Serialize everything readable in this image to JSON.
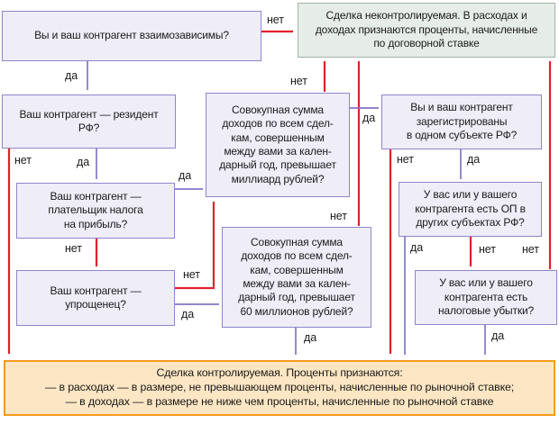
{
  "diagram": {
    "type": "decision-flowchart",
    "language": "ru",
    "colors": {
      "question_box_fill": "#eeedf8",
      "question_box_border": "#8d86ca",
      "uncontrolled_box_fill": "#e6ede8",
      "uncontrolled_box_border": "#a3b2a7",
      "controlled_box_fill": "#fde6c3",
      "controlled_box_border": "#f59b20",
      "yes_arrow": "#7e77c5",
      "no_arrow": "#e3202e"
    }
  },
  "nodes": {
    "interdependent": {
      "text": "Вы и ваш контрагент взаимозависимы?"
    },
    "uncontrolled": {
      "text": "Сделка неконтролируемая. В расходах и\nдоходах признаются проценты, начисленные\nпо договорной ставке"
    },
    "resident": {
      "text": "Ваш контрагент — резидент\nРФ?"
    },
    "profit_tax": {
      "text": "Ваш контрагент —\nплательщик налога\nна прибыль?"
    },
    "simplified": {
      "text": "Ваш контрагент —\nупрощенец?"
    },
    "billion": {
      "text": "Совокупная сумма\nдоходов по всем сдел-\nкам, совершенным\nмежду вами за кален-\nдарный год, превышает\nмиллиард рублей?"
    },
    "sixty_million": {
      "text": "Совокупная сумма\nдоходов по всем сдел-\nкам, совершенным\nмежду вами за кален-\nдарный год, превышает\n60 миллионов рублей?"
    },
    "same_region": {
      "text": "Вы и ваш контрагент\nзарегистрированы\nв одном субъекте РФ?"
    },
    "op_other_regions": {
      "text": "У вас или у вашего\nконтрагента есть ОП в\nдругих субъектах РФ?"
    },
    "tax_losses": {
      "text": "У вас или у вашего\nконтрагента есть\nналоговые убытки?"
    },
    "controlled": {
      "text": "Сделка контролируемая. Проценты признаются:\n— в расходах — в размере, не превышающем проценты, начисленные по рыночной ставке;\n— в доходах — в размере не ниже чем проценты, начисленные по рыночной ставке"
    }
  },
  "edges": [
    {
      "from": "interdependent",
      "to": "uncontrolled",
      "answer": "нет"
    },
    {
      "from": "interdependent",
      "to": "resident",
      "answer": "да"
    },
    {
      "from": "resident",
      "to": "controlled",
      "answer": "нет"
    },
    {
      "from": "resident",
      "to": "profit_tax",
      "answer": "да"
    },
    {
      "from": "profit_tax",
      "to": "billion",
      "answer": "да"
    },
    {
      "from": "profit_tax",
      "to": "simplified",
      "answer": "нет"
    },
    {
      "from": "simplified",
      "to": "billion",
      "answer": "нет"
    },
    {
      "from": "simplified",
      "to": "sixty_million",
      "answer": "да"
    },
    {
      "from": "billion",
      "to": "uncontrolled",
      "answer": "нет"
    },
    {
      "from": "billion",
      "to": "same_region",
      "answer": "да"
    },
    {
      "from": "sixty_million",
      "to": "uncontrolled",
      "answer": "нет"
    },
    {
      "from": "sixty_million",
      "to": "controlled",
      "answer": "да"
    },
    {
      "from": "same_region",
      "to": "controlled",
      "answer": "нет"
    },
    {
      "from": "same_region",
      "to": "op_other_regions",
      "answer": "да"
    },
    {
      "from": "op_other_regions",
      "to": "controlled",
      "answer": "да"
    },
    {
      "from": "op_other_regions",
      "to": "tax_losses",
      "answer": "нет"
    },
    {
      "from": "tax_losses",
      "to": "uncontrolled",
      "answer": "нет"
    },
    {
      "from": "tax_losses",
      "to": "controlled",
      "answer": "да"
    }
  ]
}
